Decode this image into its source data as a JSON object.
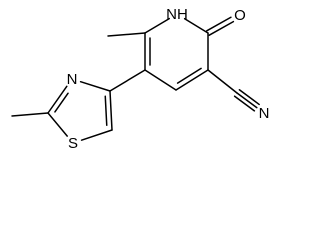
{
  "colors": {
    "background": "#ffffff",
    "bond": "#000000",
    "label": "#000000"
  },
  "molecule": {
    "atoms": {
      "c_me6": {
        "element": "C",
        "label": ""
      },
      "c6": {
        "element": "C",
        "label": ""
      },
      "n1": {
        "element": "N",
        "label": "NH"
      },
      "c2": {
        "element": "C",
        "label": ""
      },
      "o2": {
        "element": "O",
        "label": "O"
      },
      "c3": {
        "element": "C",
        "label": ""
      },
      "c_cn": {
        "element": "C",
        "label": ""
      },
      "n_cn": {
        "element": "N",
        "label": "N"
      },
      "c4": {
        "element": "C",
        "label": ""
      },
      "c5": {
        "element": "C",
        "label": ""
      },
      "t4": {
        "element": "C",
        "label": ""
      },
      "t5": {
        "element": "C",
        "label": ""
      },
      "s1": {
        "element": "S",
        "label": "S"
      },
      "t2": {
        "element": "C",
        "label": ""
      },
      "n3": {
        "element": "N",
        "label": "N"
      },
      "c_me2": {
        "element": "C",
        "label": ""
      }
    },
    "bonds": [
      {
        "id": "b1",
        "from": "c_me6",
        "to": "c6",
        "order": 1
      },
      {
        "id": "b2",
        "from": "c6",
        "to": "n1",
        "order": 1
      },
      {
        "id": "b3",
        "from": "n1",
        "to": "c2",
        "order": 1
      },
      {
        "id": "b4",
        "from": "c2",
        "to": "o2",
        "order": 2
      },
      {
        "id": "b5",
        "from": "c2",
        "to": "c3",
        "order": 1
      },
      {
        "id": "b6",
        "from": "c3",
        "to": "c4",
        "order": 2
      },
      {
        "id": "b7",
        "from": "c4",
        "to": "c5",
        "order": 1
      },
      {
        "id": "b8",
        "from": "c5",
        "to": "c6",
        "order": 2
      },
      {
        "id": "b9",
        "from": "c3",
        "to": "c_cn",
        "order": 1
      },
      {
        "id": "b10",
        "from": "c_cn",
        "to": "n_cn",
        "order": 3
      },
      {
        "id": "b11",
        "from": "c5",
        "to": "t4",
        "order": 1
      },
      {
        "id": "b12",
        "from": "t4",
        "to": "t5",
        "order": 2
      },
      {
        "id": "b13",
        "from": "t5",
        "to": "s1",
        "order": 1
      },
      {
        "id": "b14",
        "from": "s1",
        "to": "t2",
        "order": 1
      },
      {
        "id": "b15",
        "from": "t2",
        "to": "n3",
        "order": 2
      },
      {
        "id": "b16",
        "from": "n3",
        "to": "t4",
        "order": 1
      },
      {
        "id": "b17",
        "from": "t2",
        "to": "c_me2",
        "order": 1
      }
    ]
  }
}
